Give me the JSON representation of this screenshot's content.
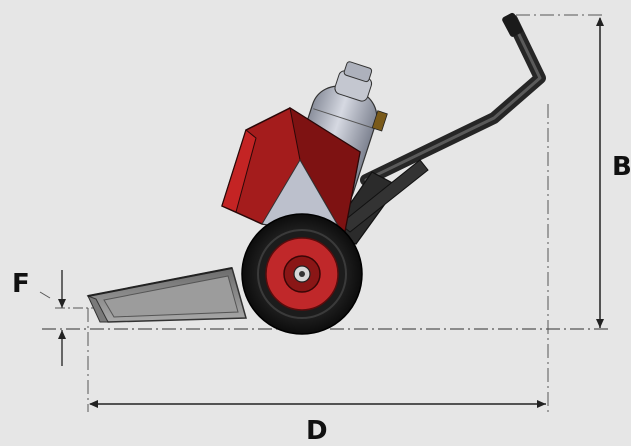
{
  "dimensions": {
    "height_label": "B",
    "clearance_label": "F",
    "length_label": "D"
  },
  "colors": {
    "background": "#e6e6e6",
    "cowl_red": "#a41c1c",
    "frame": "#2b2b2b",
    "deck": "#8e8e8e",
    "cylinder": "#bcc0cc",
    "wheel_hub": "#c0282a"
  }
}
